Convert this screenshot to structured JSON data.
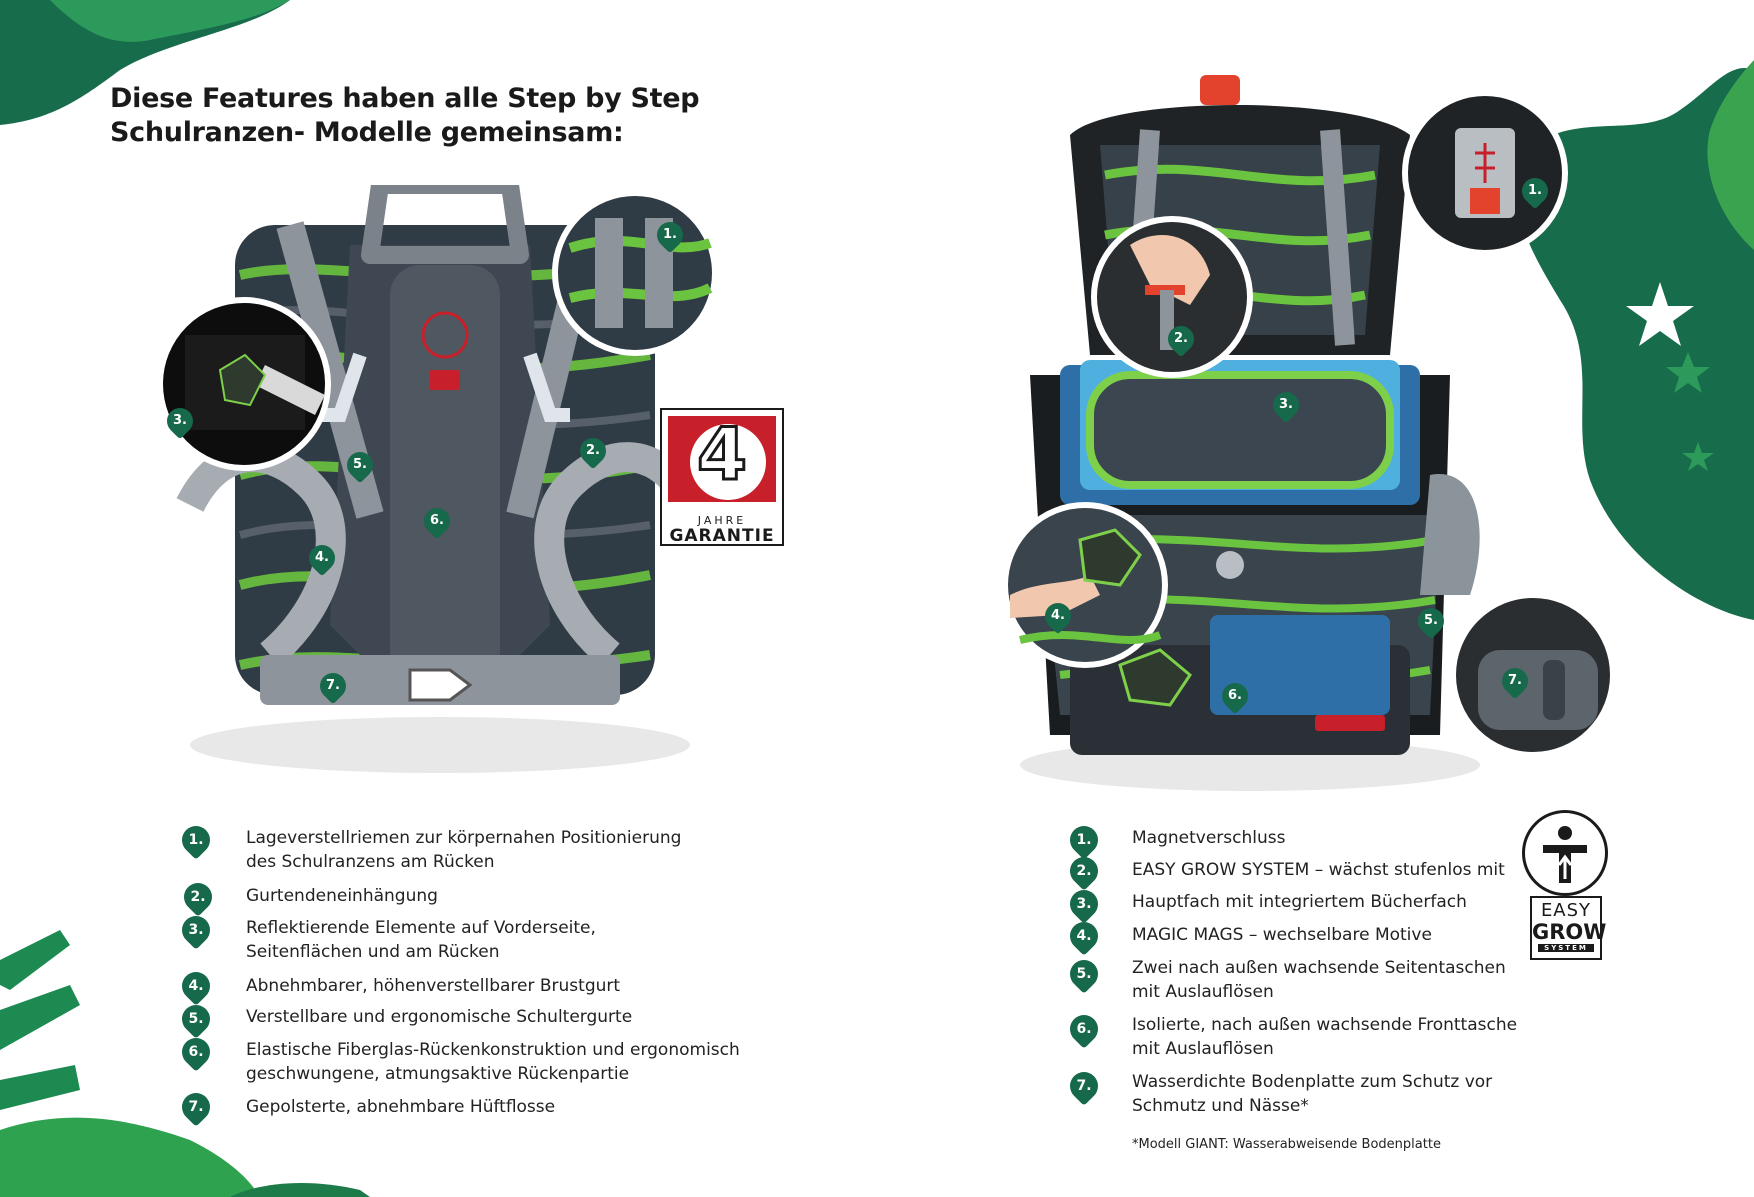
{
  "headline": {
    "line1": "Diese Features haben alle Step by Step",
    "line2": "Schulranzen- Modelle gemeinsam:"
  },
  "guarantee_badge": {
    "number": "4",
    "small": "JAHRE",
    "big": "GARANTIE"
  },
  "easy_grow_logo": {
    "easy": "EASY",
    "grow": "GROW",
    "system": "SYSTEM"
  },
  "back_view_callouts": [
    "1.",
    "2.",
    "3.",
    "4.",
    "5.",
    "6.",
    "7."
  ],
  "front_view_callouts": [
    "1.",
    "2.",
    "3.",
    "4.",
    "5.",
    "6.",
    "7."
  ],
  "left_features": [
    {
      "num": "1.",
      "lines": [
        "Lageverstellriemen zur körpernahen Positionierung",
        "des Schulranzens am Rücken"
      ]
    },
    {
      "num": "2.",
      "lines": [
        "Gurtendeneinhängung"
      ]
    },
    {
      "num": "3.",
      "lines": [
        "Reflektierende Elemente auf Vorderseite,",
        "Seitenflächen und am Rücken"
      ]
    },
    {
      "num": "4.",
      "lines": [
        "Abnehmbarer, höhenverstellbarer Brustgurt"
      ]
    },
    {
      "num": "5.",
      "lines": [
        "Verstellbare und ergonomische Schultergurte"
      ]
    },
    {
      "num": "6.",
      "lines": [
        "Elastische Fiberglas-Rückenkonstruktion und ergonomisch",
        "geschwungene, atmungsaktive Rückenpartie"
      ]
    },
    {
      "num": "7.",
      "lines": [
        "Gepolsterte, abnehmbare Hüftflosse"
      ]
    }
  ],
  "right_features": [
    {
      "num": "1.",
      "lines": [
        "Magnetverschluss"
      ]
    },
    {
      "num": "2.",
      "lines": [
        "EASY GROW SYSTEM – wächst stufenlos mit"
      ]
    },
    {
      "num": "3.",
      "lines": [
        "Hauptfach mit integriertem Bücherfach"
      ]
    },
    {
      "num": "4.",
      "lines": [
        "MAGIC MAGS – wechselbare Motive"
      ]
    },
    {
      "num": "5.",
      "lines": [
        "Zwei nach außen wachsende Seitentaschen",
        "mit Auslauflösen"
      ]
    },
    {
      "num": "6.",
      "lines": [
        "Isolierte, nach außen wachsende Fronttasche",
        "mit Auslauflösen"
      ]
    },
    {
      "num": "7.",
      "lines": [
        "Wasserdichte Bodenplatte zum Schutz vor",
        "Schmutz und Nässe*"
      ]
    }
  ],
  "footnote": "*Modell GIANT: Wasserabweisende Bodenplatte",
  "colors": {
    "brand_green": "#16694a",
    "lime_accent": "#7ed04b",
    "red_accent": "#c8202a"
  }
}
